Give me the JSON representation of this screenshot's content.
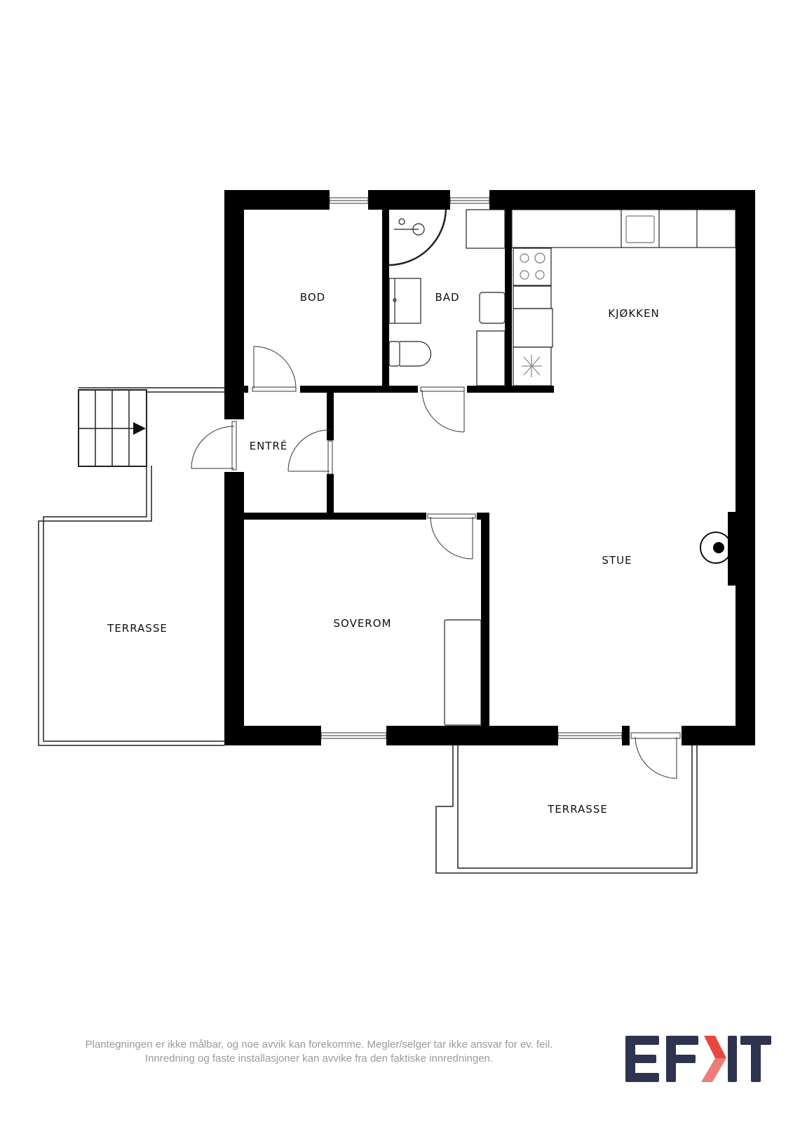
{
  "rooms": {
    "bod": "BOD",
    "bad": "BAD",
    "kjokken": "KJØKKEN",
    "entre": "ENTRÉ",
    "stue": "STUE",
    "soverom": "SOVEROM",
    "terrasse_west": "TERRASSE",
    "terrasse_south": "TERRASSE"
  },
  "footer": {
    "disclaimer_line1": "Plantegningen er ikke målbar, og noe avvik kan forekomme. Megler/selger tar ikke ansvar for ev. feil.",
    "disclaimer_line2": "Innredning og faste installasjoner kan avvike fra den faktiske innredningen."
  },
  "logo": {
    "text": "EFFEKT",
    "colors": {
      "dark": "#2e3350",
      "accent": "#e8473f",
      "accent_light": "#ef7d77"
    }
  },
  "colors": {
    "wall": "#000000",
    "line": "#222222",
    "background": "#ffffff"
  }
}
